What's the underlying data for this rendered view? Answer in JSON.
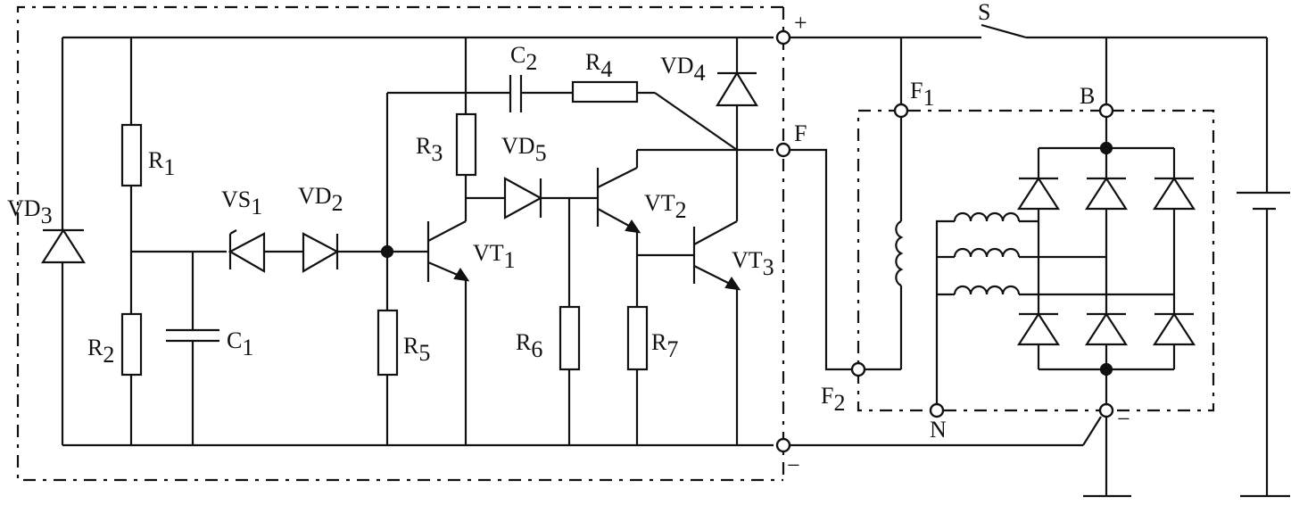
{
  "labels": {
    "R1": {
      "main": "R",
      "sub": "1"
    },
    "R2": {
      "main": "R",
      "sub": "2"
    },
    "R3": {
      "main": "R",
      "sub": "3"
    },
    "R4": {
      "main": "R",
      "sub": "4"
    },
    "R5": {
      "main": "R",
      "sub": "5"
    },
    "R6": {
      "main": "R",
      "sub": "6"
    },
    "R7": {
      "main": "R",
      "sub": "7"
    },
    "C1": {
      "main": "C",
      "sub": "1"
    },
    "C2": {
      "main": "C",
      "sub": "2"
    },
    "VD2": {
      "main": "VD",
      "sub": "2"
    },
    "VD3": {
      "main": "VD",
      "sub": "3"
    },
    "VD4": {
      "main": "VD",
      "sub": "4"
    },
    "VD5": {
      "main": "VD",
      "sub": "5"
    },
    "VS1": {
      "main": "VS",
      "sub": "1"
    },
    "VT1": {
      "main": "VT",
      "sub": "1"
    },
    "VT2": {
      "main": "VT",
      "sub": "2"
    },
    "VT3": {
      "main": "VT",
      "sub": "3"
    },
    "F1": {
      "main": "F",
      "sub": "1"
    },
    "F2": {
      "main": "F",
      "sub": "2"
    }
  },
  "terminals": {
    "plus": "+",
    "F": "F",
    "minus": "−",
    "B": "B",
    "N": "N",
    "S": "S",
    "gen_minus": "−"
  }
}
